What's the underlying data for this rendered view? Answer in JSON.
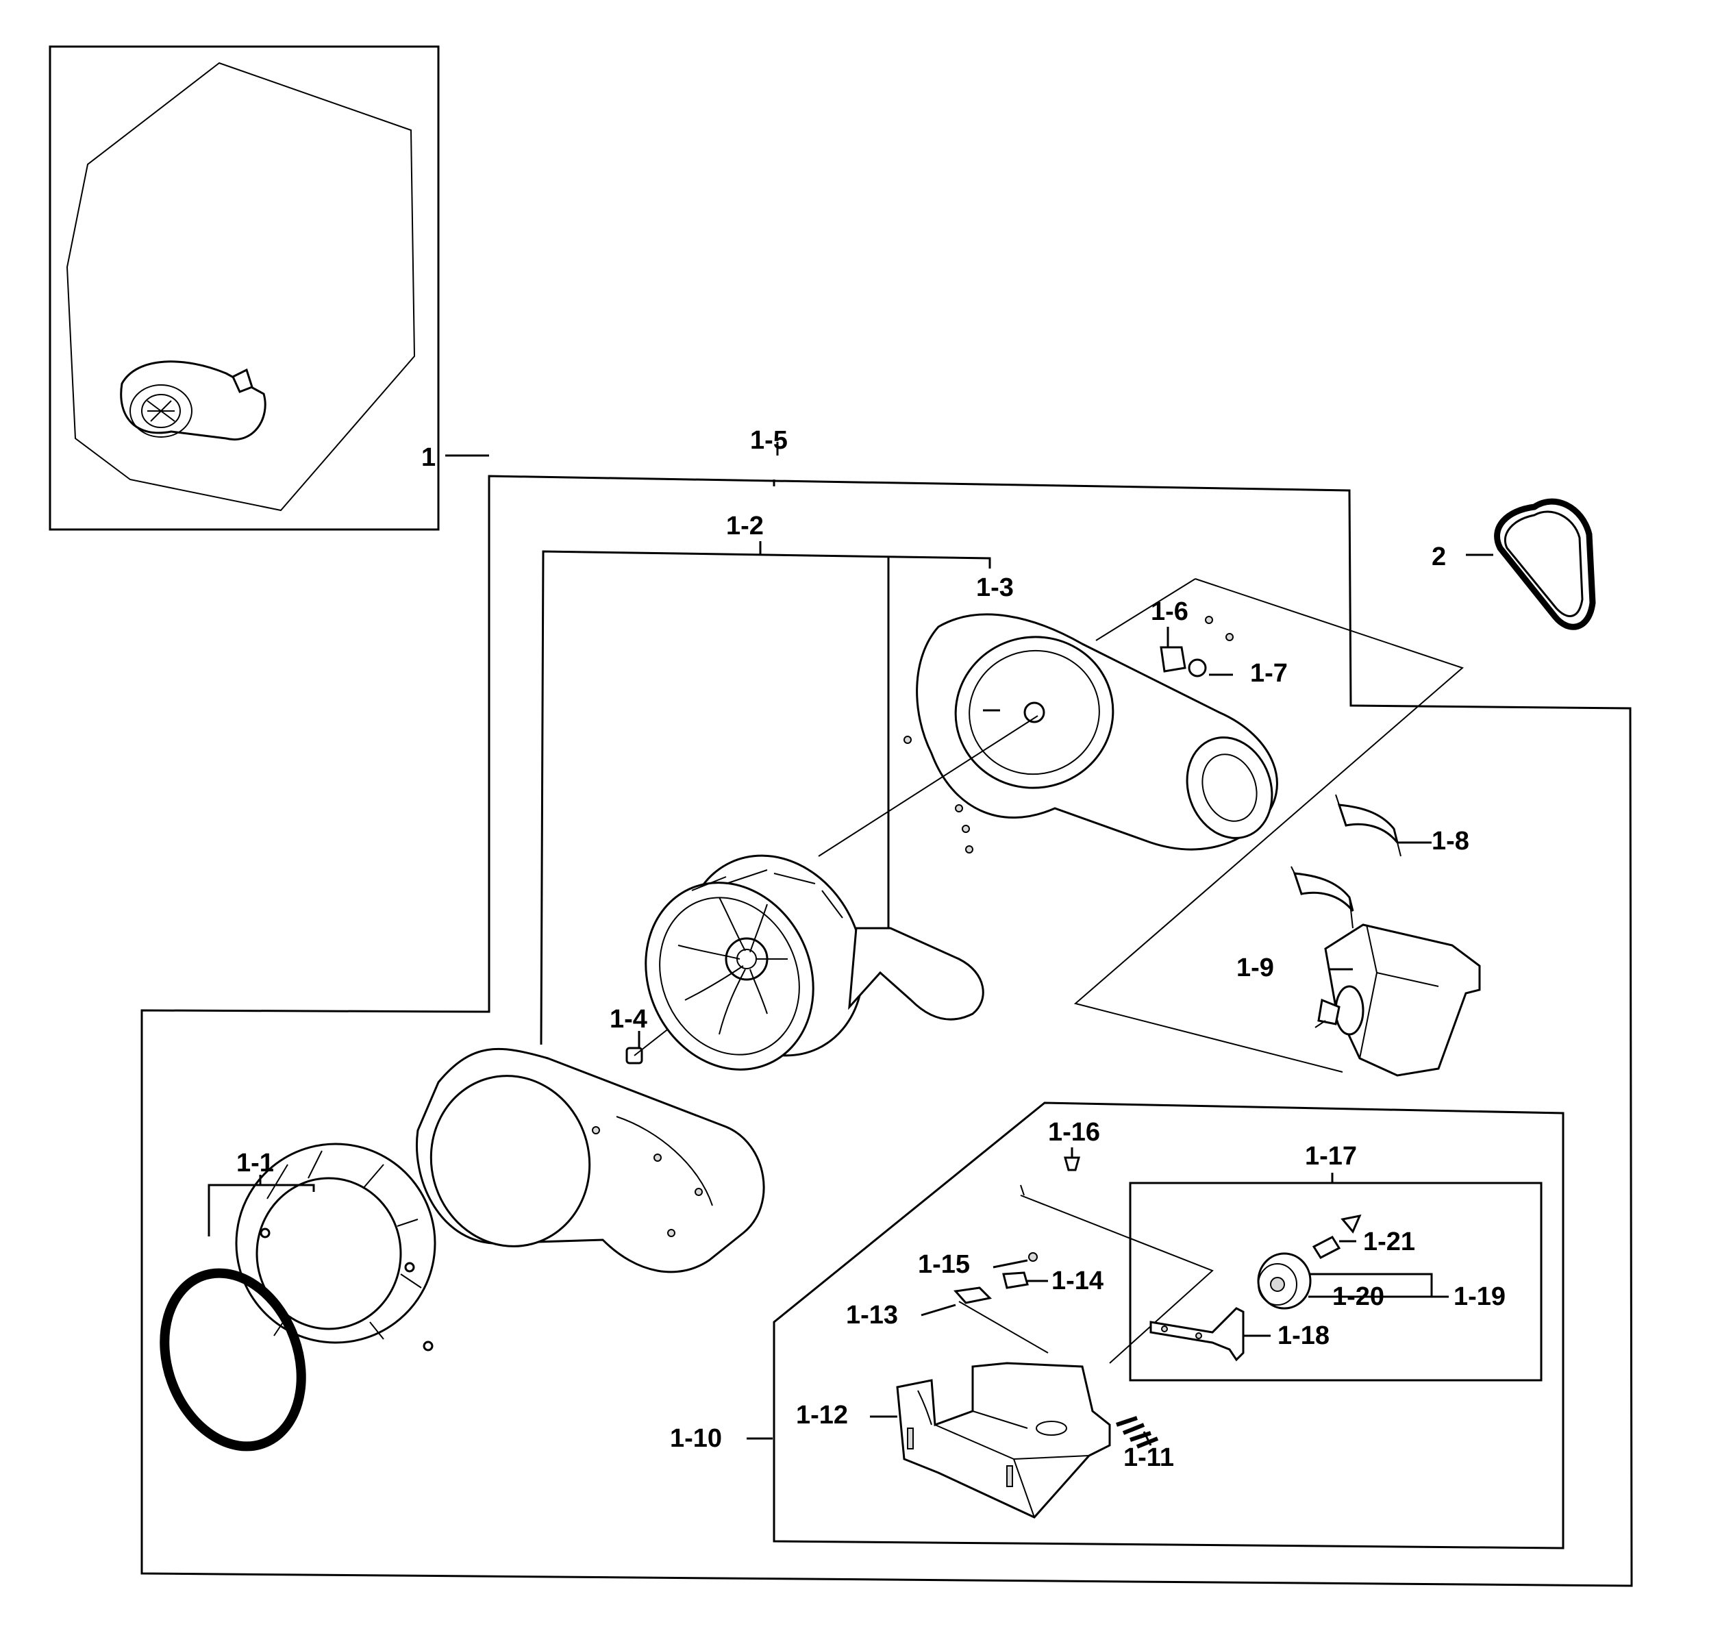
{
  "diagram": {
    "callouts": {
      "c1": "1",
      "c1_1": "1-1",
      "c1_2": "1-2",
      "c1_3": "1-3",
      "c1_4": "1-4",
      "c1_5": "1-5",
      "c1_6": "1-6",
      "c1_7": "1-7",
      "c1_8": "1-8",
      "c1_9": "1-9",
      "c1_10": "1-10",
      "c1_11": "1-11",
      "c1_12": "1-12",
      "c1_13": "1-13",
      "c1_14": "1-14",
      "c1_15": "1-15",
      "c1_16": "1-16",
      "c1_17": "1-17",
      "c1_18": "1-18",
      "c1_19": "1-19",
      "c1_20": "1-20",
      "c1_21": "1-21",
      "c2": "2"
    }
  }
}
